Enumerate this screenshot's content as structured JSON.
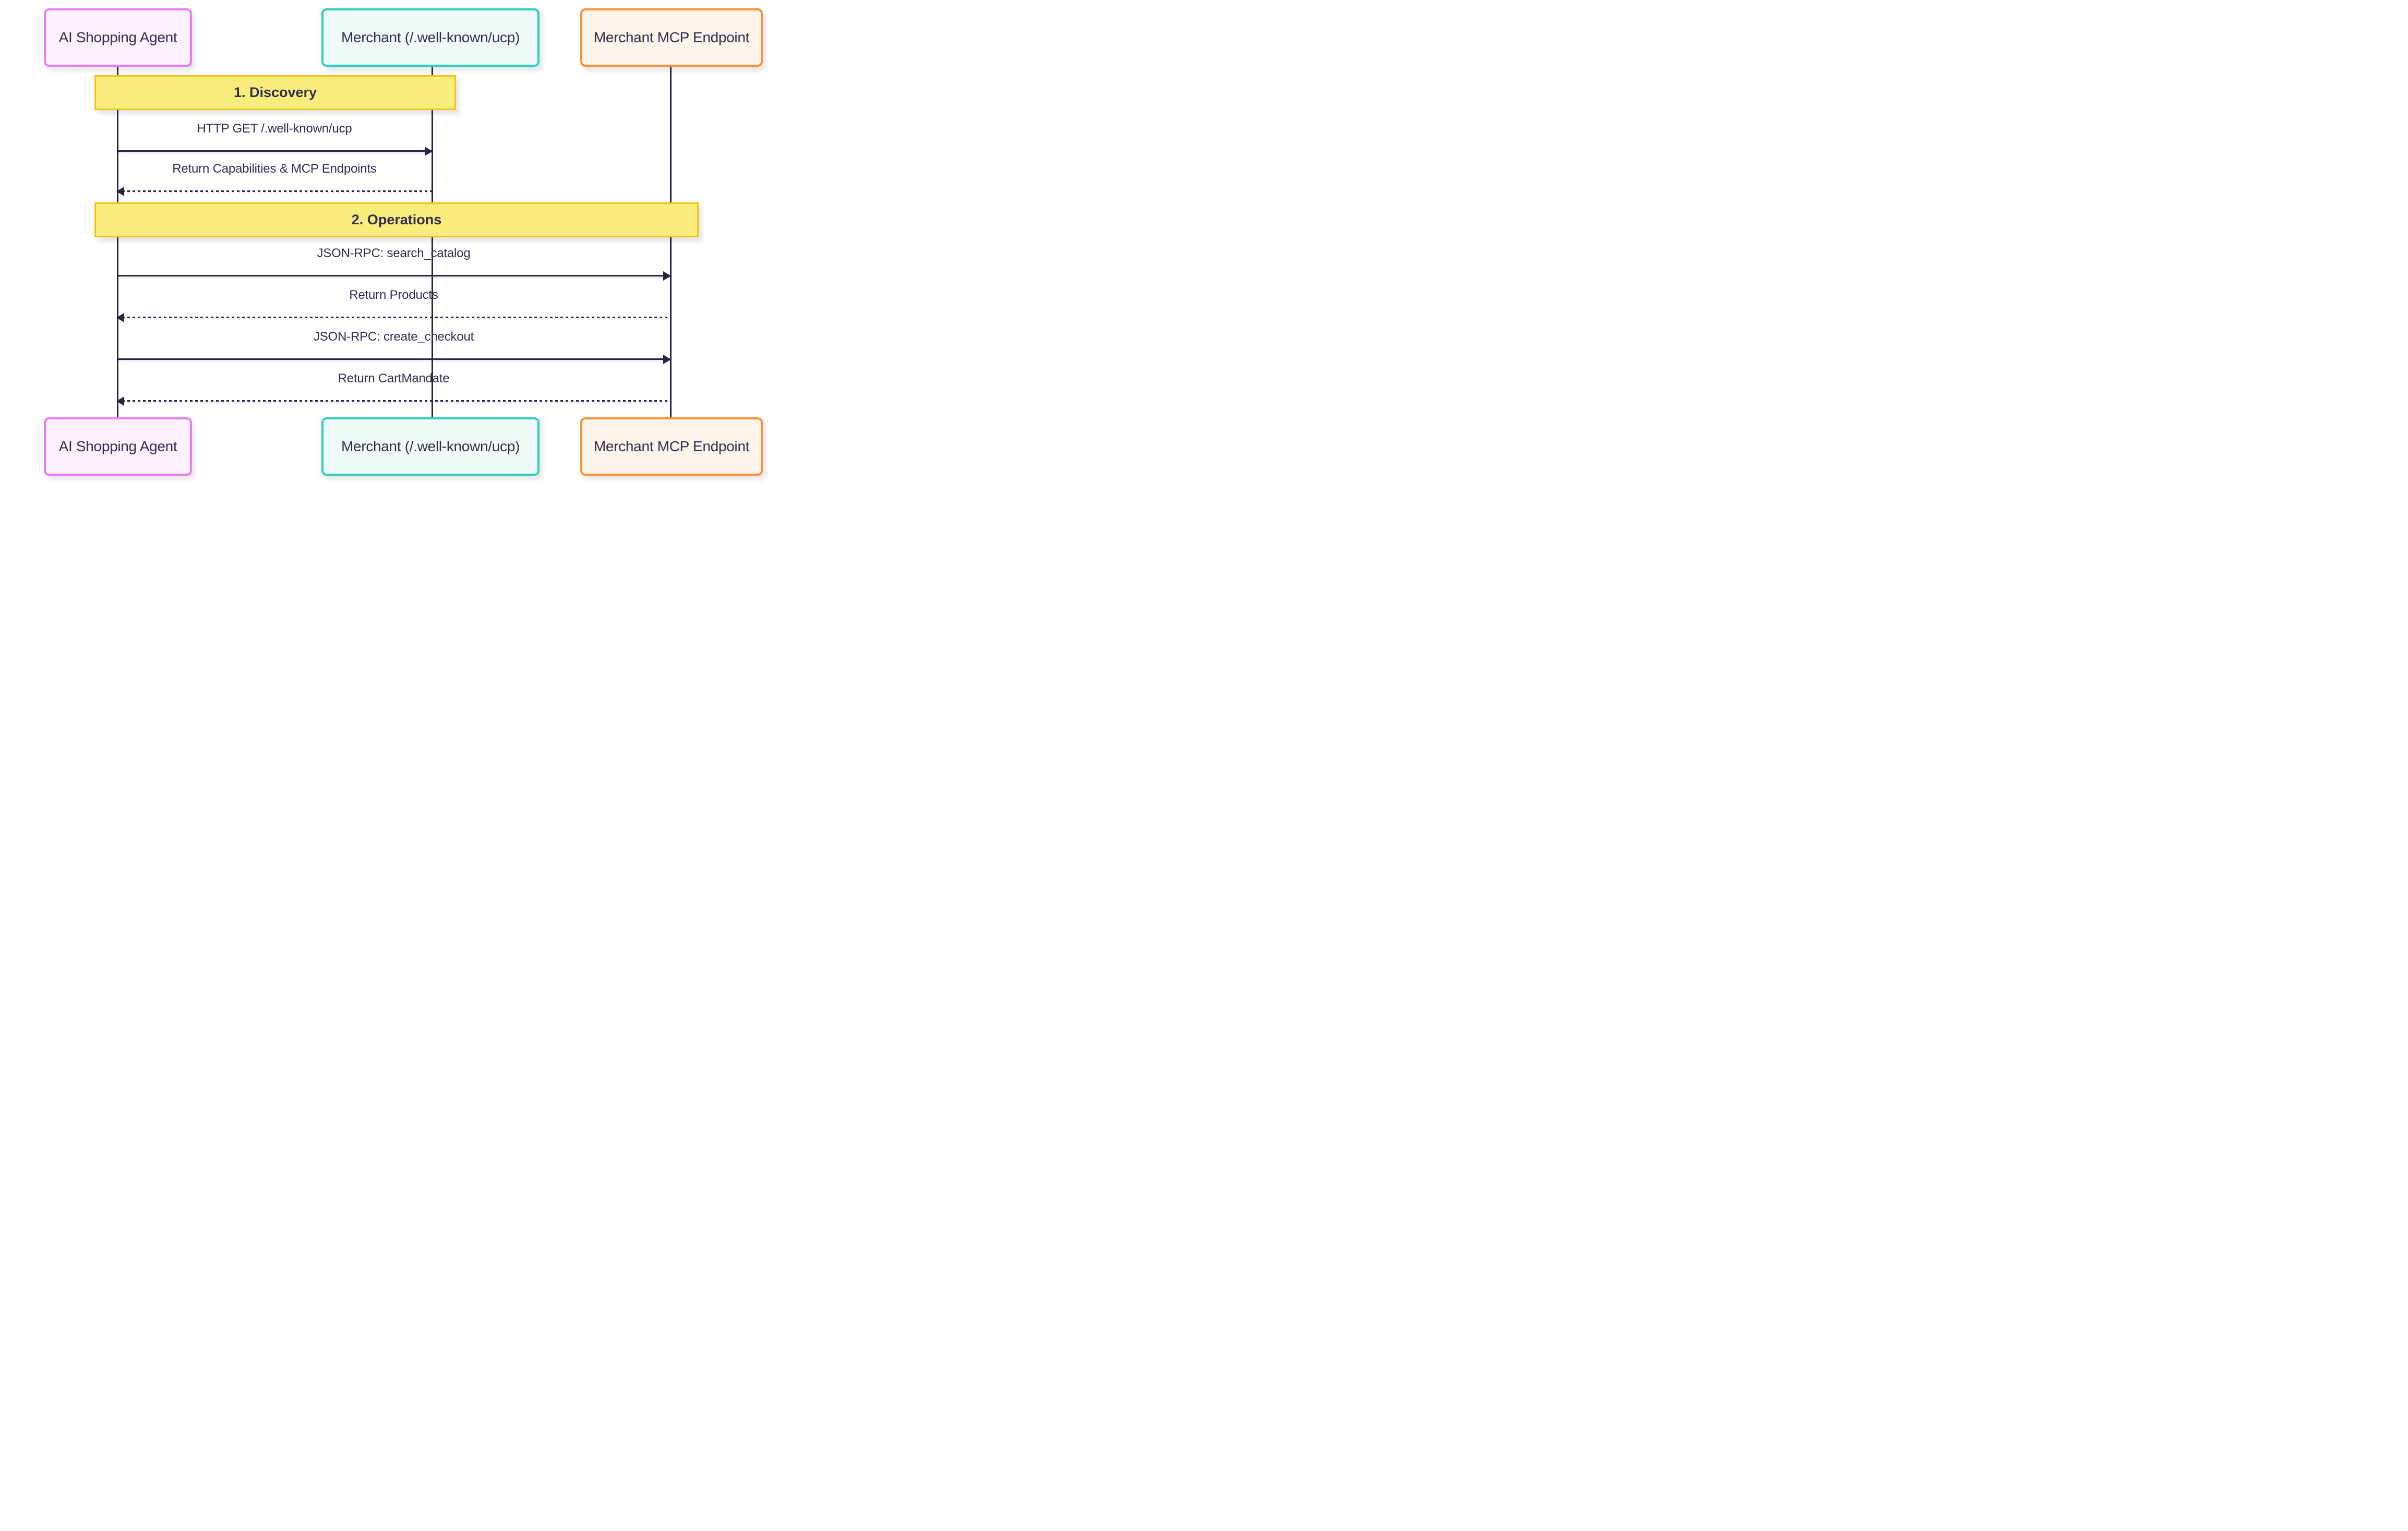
{
  "diagram": {
    "type": "sequence",
    "actors": [
      {
        "id": "agent",
        "label": "AI Shopping Agent"
      },
      {
        "id": "merchant",
        "label": "Merchant (/.well-known/ucp)"
      },
      {
        "id": "mcp",
        "label": "Merchant MCP Endpoint"
      }
    ],
    "sections": [
      {
        "label": "1. Discovery",
        "spans": [
          "agent",
          "merchant"
        ]
      },
      {
        "label": "2. Operations",
        "spans": [
          "agent",
          "mcp"
        ]
      }
    ],
    "messages": [
      {
        "label": "HTTP GET /.well-known/ucp",
        "from": "agent",
        "to": "merchant",
        "line": "solid",
        "section": "1. Discovery"
      },
      {
        "label": "Return Capabilities & MCP Endpoints",
        "from": "merchant",
        "to": "agent",
        "line": "dotted",
        "section": "1. Discovery"
      },
      {
        "label": "JSON-RPC: search_catalog",
        "from": "agent",
        "to": "mcp",
        "line": "solid",
        "section": "2. Operations"
      },
      {
        "label": "Return Products",
        "from": "mcp",
        "to": "agent",
        "line": "dotted",
        "section": "2. Operations"
      },
      {
        "label": "JSON-RPC: create_checkout",
        "from": "agent",
        "to": "mcp",
        "line": "solid",
        "section": "2. Operations"
      },
      {
        "label": "Return CartMandate",
        "from": "mcp",
        "to": "agent",
        "line": "dotted",
        "section": "2. Operations"
      }
    ],
    "colors": {
      "ink": "#2A2442",
      "text": "#332D4E",
      "bg": "#FFFFFF",
      "magenta": "#E87DF5",
      "magenta-fill": "#FDF1FE",
      "teal": "#2FCFBE",
      "teal-fill": "#EFFBF8",
      "orange": "#F9923B",
      "orange-fill": "#FEF4EA",
      "yellow": "#F2C31A",
      "yellow-fill": "#F9EE7C"
    }
  }
}
